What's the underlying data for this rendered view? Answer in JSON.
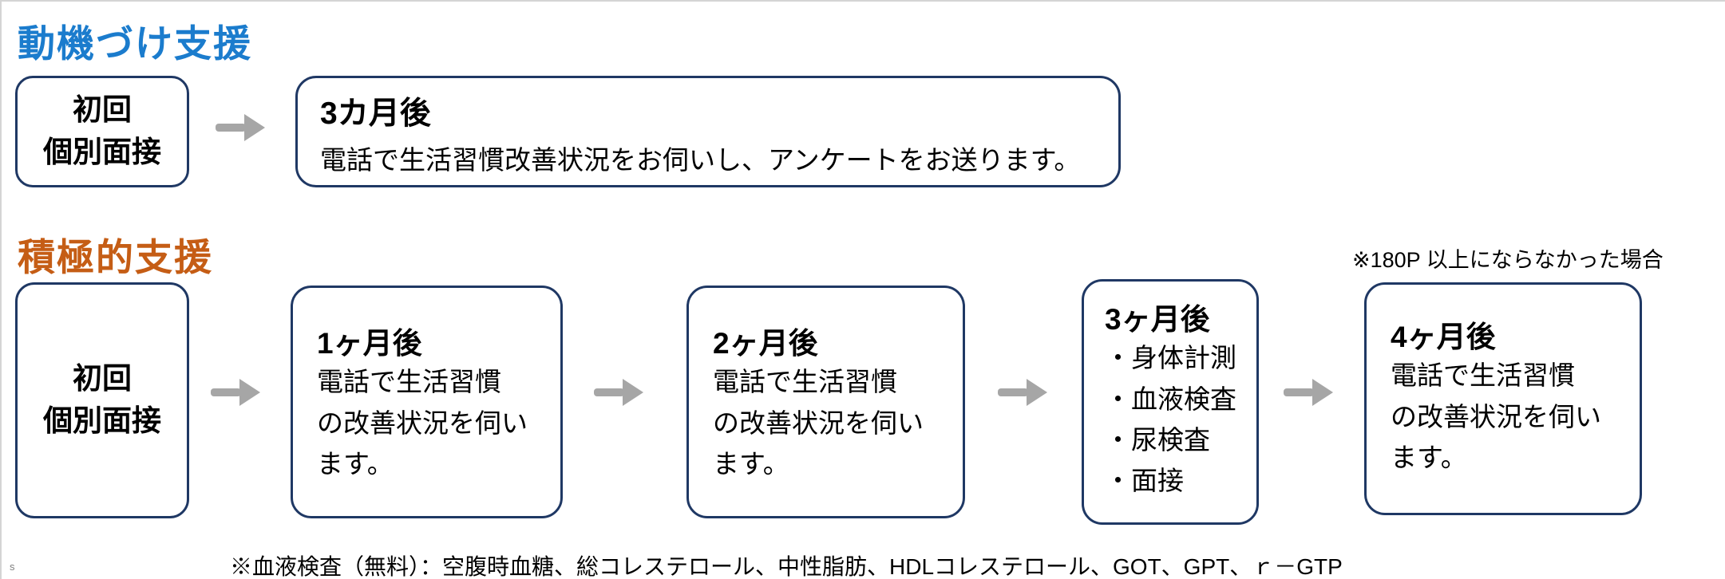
{
  "colors": {
    "section1_title": "#1b7ccd",
    "section2_title": "#c55d15",
    "box_border": "#1f3864",
    "arrow": "#a6a6a6"
  },
  "page": {
    "corner_mark": "s"
  },
  "section1": {
    "title": "動機づけ支援",
    "boxes": [
      {
        "lines": [
          "初回",
          "個別面接"
        ]
      },
      {
        "heading": "3カ月後",
        "body": "電話で生活習慣改善状況をお伺いし、アンケートをお送ります。"
      }
    ]
  },
  "section2": {
    "title": "積極的支援",
    "note": "※180P 以上にならなかった場合",
    "boxes": [
      {
        "lines": [
          "初回",
          "個別面接"
        ]
      },
      {
        "heading": "1ヶ月後",
        "body": "電話で生活習慣\nの改善状況を伺い\nます。"
      },
      {
        "heading": "2ヶ月後",
        "body": "電話で生活習慣\nの改善状況を伺い\nます。"
      },
      {
        "heading": "3ヶ月後",
        "items": [
          "・身体計測",
          "・血液検査",
          "・尿検査",
          "・面接"
        ]
      },
      {
        "heading": "4ヶ月後",
        "body": "電話で生活習慣\nの改善状況を伺い\nます。"
      }
    ]
  },
  "footnote": "※血液検査（無料）：空腹時血糖、総コレステロール、中性脂肪、HDLコレステロール、GOT、GPT、ｒ－GTP"
}
